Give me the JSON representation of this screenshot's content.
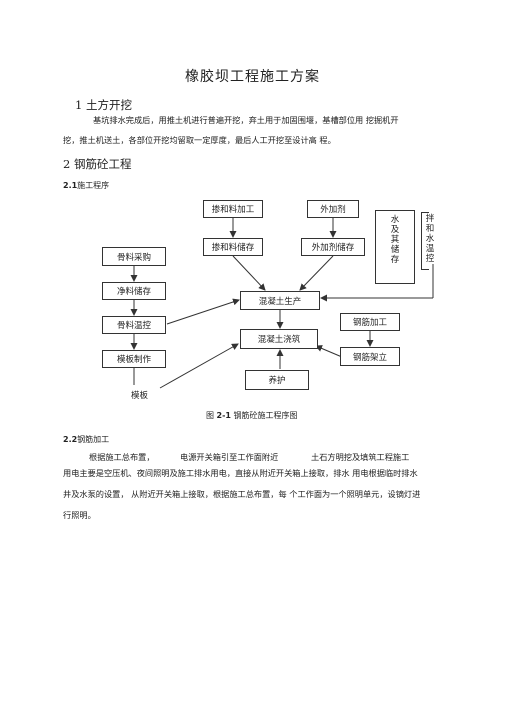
{
  "doc": {
    "title": "橡胶坝工程施工方案",
    "section1": {
      "heading": "1  土方开挖",
      "line1": "基坑排水完成后，用推土机进行普遍开挖，弃土用于加固围堰，基槽部位用 挖掘机开",
      "line2": "挖，推土机送土，各部位开挖均留取一定厚度，最后人工开挖至设计高  程。"
    },
    "section2": {
      "heading": "2 钢筋砼工程",
      "sub1_num": "2.1",
      "sub1_text": "施工程序"
    },
    "flowchart": {
      "nodes": {
        "admixture_processing": "掺和料加工",
        "additive": "外加剂",
        "admixture_storage": "掺和料储存",
        "additive_storage": "外加剂储存",
        "aggregate_purchase": "骨料采购",
        "clean_material_storage": "净料储存",
        "aggregate_temp_control": "骨料温控",
        "formwork_making": "模板制作",
        "concrete_production": "混凝土生产",
        "concrete_pouring": "混凝土浇筑",
        "curing": "养护",
        "rebar_processing": "钢筋加工",
        "rebar_erection": "钢筋架立",
        "water_storage": "水及其储存",
        "mixing_water_temp": "拌和水温控",
        "formwork_label": "模板"
      },
      "caption_prefix": "图",
      "caption_num": "2-1",
      "caption_text": "钢筋砼施工程序图"
    },
    "section22": {
      "sub_num": "2.2",
      "sub_text": "钢筋加工",
      "line1_a": "根据施工总布置，",
      "line1_b": "电源开关箱引至工作面附近",
      "line1_c": "土石方明挖及填筑工程施工",
      "line2": "用电主要是空压机、夜间照明及施工排水用电，直接从附近开关箱上接取，排水  用电根据临时排水",
      "line3": "井及水泵的设置，  从附近开关箱上接取，根据施工总布置，每  个工作面为一个照明单元，设镝灯进",
      "line4": "行照明。"
    }
  }
}
